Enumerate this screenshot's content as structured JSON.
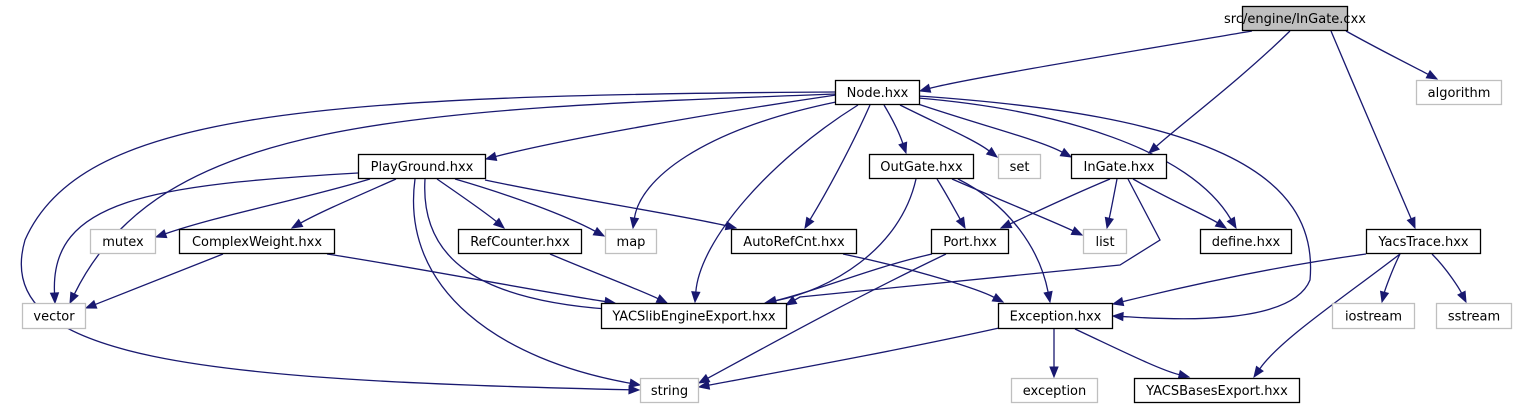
{
  "diagram": {
    "type": "include-dependency-graph",
    "root": "src/engine/InGate.cxx",
    "colors": {
      "edge": "#191970",
      "root_fill": "#bfbfbf",
      "project_border": "#000000",
      "system_border": "#bfbfbf"
    },
    "nodes": [
      {
        "id": "root",
        "label": "src/engine/InGate.cxx",
        "kind": "root"
      },
      {
        "id": "algorithm",
        "label": "algorithm",
        "kind": "system"
      },
      {
        "id": "node",
        "label": "Node.hxx",
        "kind": "project"
      },
      {
        "id": "playground",
        "label": "PlayGround.hxx",
        "kind": "project"
      },
      {
        "id": "outgate",
        "label": "OutGate.hxx",
        "kind": "project"
      },
      {
        "id": "set",
        "label": "set",
        "kind": "system"
      },
      {
        "id": "ingate",
        "label": "InGate.hxx",
        "kind": "project"
      },
      {
        "id": "mutex",
        "label": "mutex",
        "kind": "system"
      },
      {
        "id": "complexweight",
        "label": "ComplexWeight.hxx",
        "kind": "project"
      },
      {
        "id": "refcounter",
        "label": "RefCounter.hxx",
        "kind": "project"
      },
      {
        "id": "map",
        "label": "map",
        "kind": "system"
      },
      {
        "id": "autorefcnt",
        "label": "AutoRefCnt.hxx",
        "kind": "project"
      },
      {
        "id": "port",
        "label": "Port.hxx",
        "kind": "project"
      },
      {
        "id": "list",
        "label": "list",
        "kind": "system"
      },
      {
        "id": "define",
        "label": "define.hxx",
        "kind": "project"
      },
      {
        "id": "yacstrace",
        "label": "YacsTrace.hxx",
        "kind": "project"
      },
      {
        "id": "vector",
        "label": "vector",
        "kind": "system"
      },
      {
        "id": "yacslibengineexport",
        "label": "YACSlibEngineExport.hxx",
        "kind": "project"
      },
      {
        "id": "exception_hxx",
        "label": "Exception.hxx",
        "kind": "project"
      },
      {
        "id": "iostream",
        "label": "iostream",
        "kind": "system"
      },
      {
        "id": "sstream",
        "label": "sstream",
        "kind": "system"
      },
      {
        "id": "string",
        "label": "string",
        "kind": "system"
      },
      {
        "id": "exception",
        "label": "exception",
        "kind": "system"
      },
      {
        "id": "yacsbasesexport",
        "label": "YACSBasesExport.hxx",
        "kind": "project"
      }
    ],
    "edges": [
      {
        "from": "root",
        "to": "node"
      },
      {
        "from": "root",
        "to": "ingate"
      },
      {
        "from": "root",
        "to": "algorithm"
      },
      {
        "from": "root",
        "to": "yacstrace"
      },
      {
        "from": "node",
        "to": "playground"
      },
      {
        "from": "node",
        "to": "outgate"
      },
      {
        "from": "node",
        "to": "set"
      },
      {
        "from": "node",
        "to": "ingate"
      },
      {
        "from": "node",
        "to": "map"
      },
      {
        "from": "node",
        "to": "autorefcnt"
      },
      {
        "from": "node",
        "to": "yacslibengineexport"
      },
      {
        "from": "node",
        "to": "define"
      },
      {
        "from": "node",
        "to": "exception_hxx"
      },
      {
        "from": "node",
        "to": "vector"
      },
      {
        "from": "node",
        "to": "string"
      },
      {
        "from": "playground",
        "to": "vector"
      },
      {
        "from": "playground",
        "to": "mutex"
      },
      {
        "from": "playground",
        "to": "complexweight"
      },
      {
        "from": "playground",
        "to": "refcounter"
      },
      {
        "from": "playground",
        "to": "map"
      },
      {
        "from": "playground",
        "to": "autorefcnt"
      },
      {
        "from": "playground",
        "to": "yacslibengineexport"
      },
      {
        "from": "playground",
        "to": "string"
      },
      {
        "from": "complexweight",
        "to": "vector"
      },
      {
        "from": "complexweight",
        "to": "yacslibengineexport"
      },
      {
        "from": "refcounter",
        "to": "yacslibengineexport"
      },
      {
        "from": "autorefcnt",
        "to": "exception_hxx"
      },
      {
        "from": "outgate",
        "to": "port"
      },
      {
        "from": "outgate",
        "to": "list"
      },
      {
        "from": "outgate",
        "to": "exception_hxx"
      },
      {
        "from": "outgate",
        "to": "yacslibengineexport"
      },
      {
        "from": "ingate",
        "to": "port"
      },
      {
        "from": "ingate",
        "to": "list"
      },
      {
        "from": "ingate",
        "to": "define"
      },
      {
        "from": "ingate",
        "to": "yacslibengineexport"
      },
      {
        "from": "port",
        "to": "yacslibengineexport"
      },
      {
        "from": "port",
        "to": "string"
      },
      {
        "from": "exception_hxx",
        "to": "string"
      },
      {
        "from": "exception_hxx",
        "to": "exception"
      },
      {
        "from": "exception_hxx",
        "to": "yacsbasesexport"
      },
      {
        "from": "yacstrace",
        "to": "exception_hxx"
      },
      {
        "from": "yacstrace",
        "to": "iostream"
      },
      {
        "from": "yacstrace",
        "to": "sstream"
      },
      {
        "from": "yacstrace",
        "to": "yacsbasesexport"
      }
    ]
  }
}
